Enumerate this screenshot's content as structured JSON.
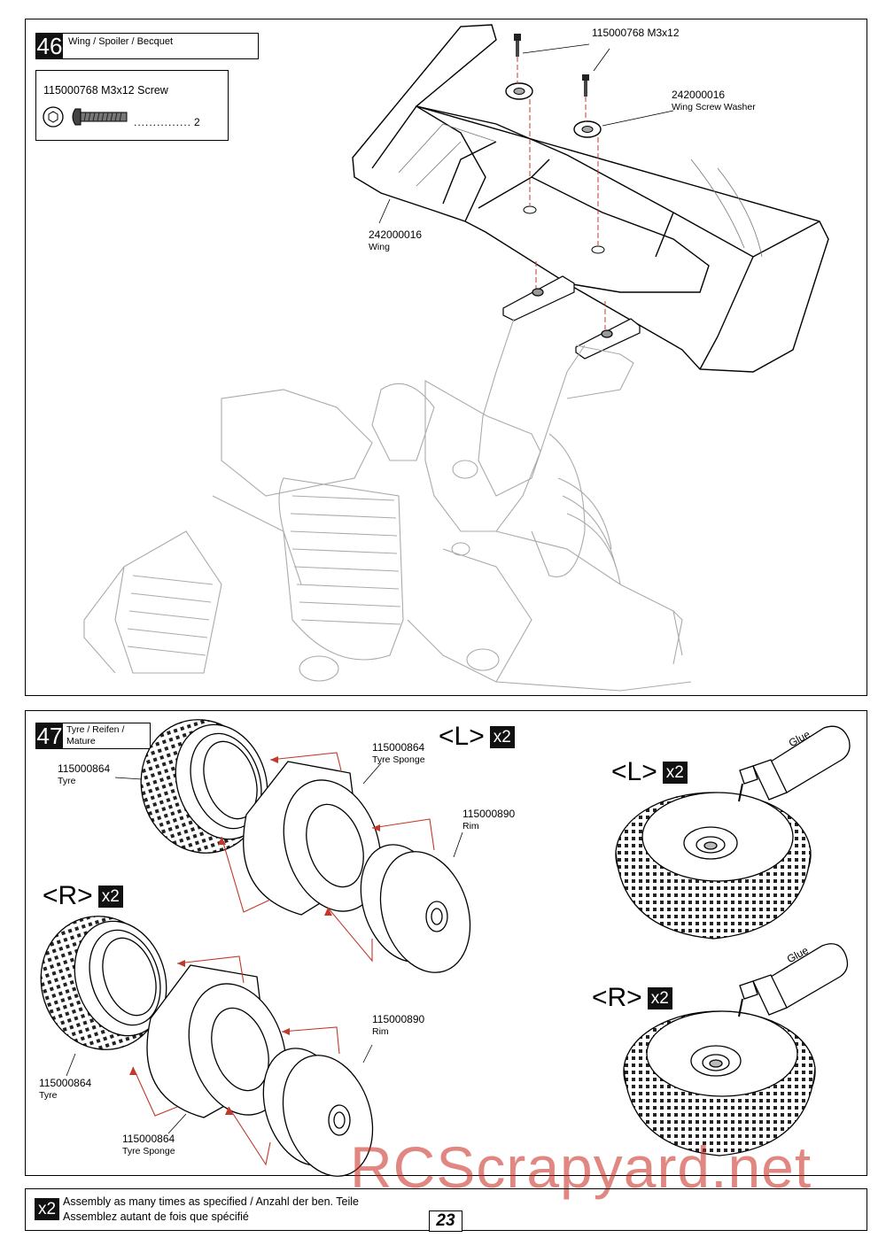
{
  "step46": {
    "number": "46",
    "title": "Wing / Spoiler / Becquet",
    "parts_box": {
      "title": "115000768  M3x12 Screw",
      "dots": "...............",
      "qty": "2"
    },
    "callouts": {
      "screw": "115000768 M3x12",
      "washer_code": "242000016",
      "washer_name": "Wing Screw Washer",
      "wing_code": "242000016",
      "wing_name": "Wing"
    }
  },
  "step47": {
    "number": "47",
    "title_line1": "Tyre / Reifen /",
    "title_line2": "Mature",
    "top_side": "<L>",
    "bottom_side": "<R>",
    "multiplier": "x2",
    "callouts": {
      "tyre_top_code": "115000864",
      "tyre_top_name": "Tyre",
      "sponge_top_code": "115000864",
      "sponge_top_name": "Tyre Sponge",
      "rim_top_code": "115000890",
      "rim_top_name": "Rim",
      "tyre_bottom_code": "115000864",
      "tyre_bottom_name": "Tyre",
      "sponge_bottom_code": "115000864",
      "sponge_bottom_name": "Tyre Sponge",
      "rim_bottom_code": "115000890",
      "rim_bottom_name": "Rim"
    },
    "right_top_side": "<L>",
    "right_bottom_side": "<R>",
    "glue_label": "Glue"
  },
  "footer": {
    "multiplier": "x2",
    "line1": "Assembly as many times as specified / Anzahl der ben. Teile",
    "line2": "Assemblez autant de fois que spécifié",
    "page_number": "23"
  },
  "watermark": "RCScrapyard.net",
  "colors": {
    "arrow_red": "#c0392b",
    "watermark_red": "#c9261c",
    "ink": "#111111"
  }
}
